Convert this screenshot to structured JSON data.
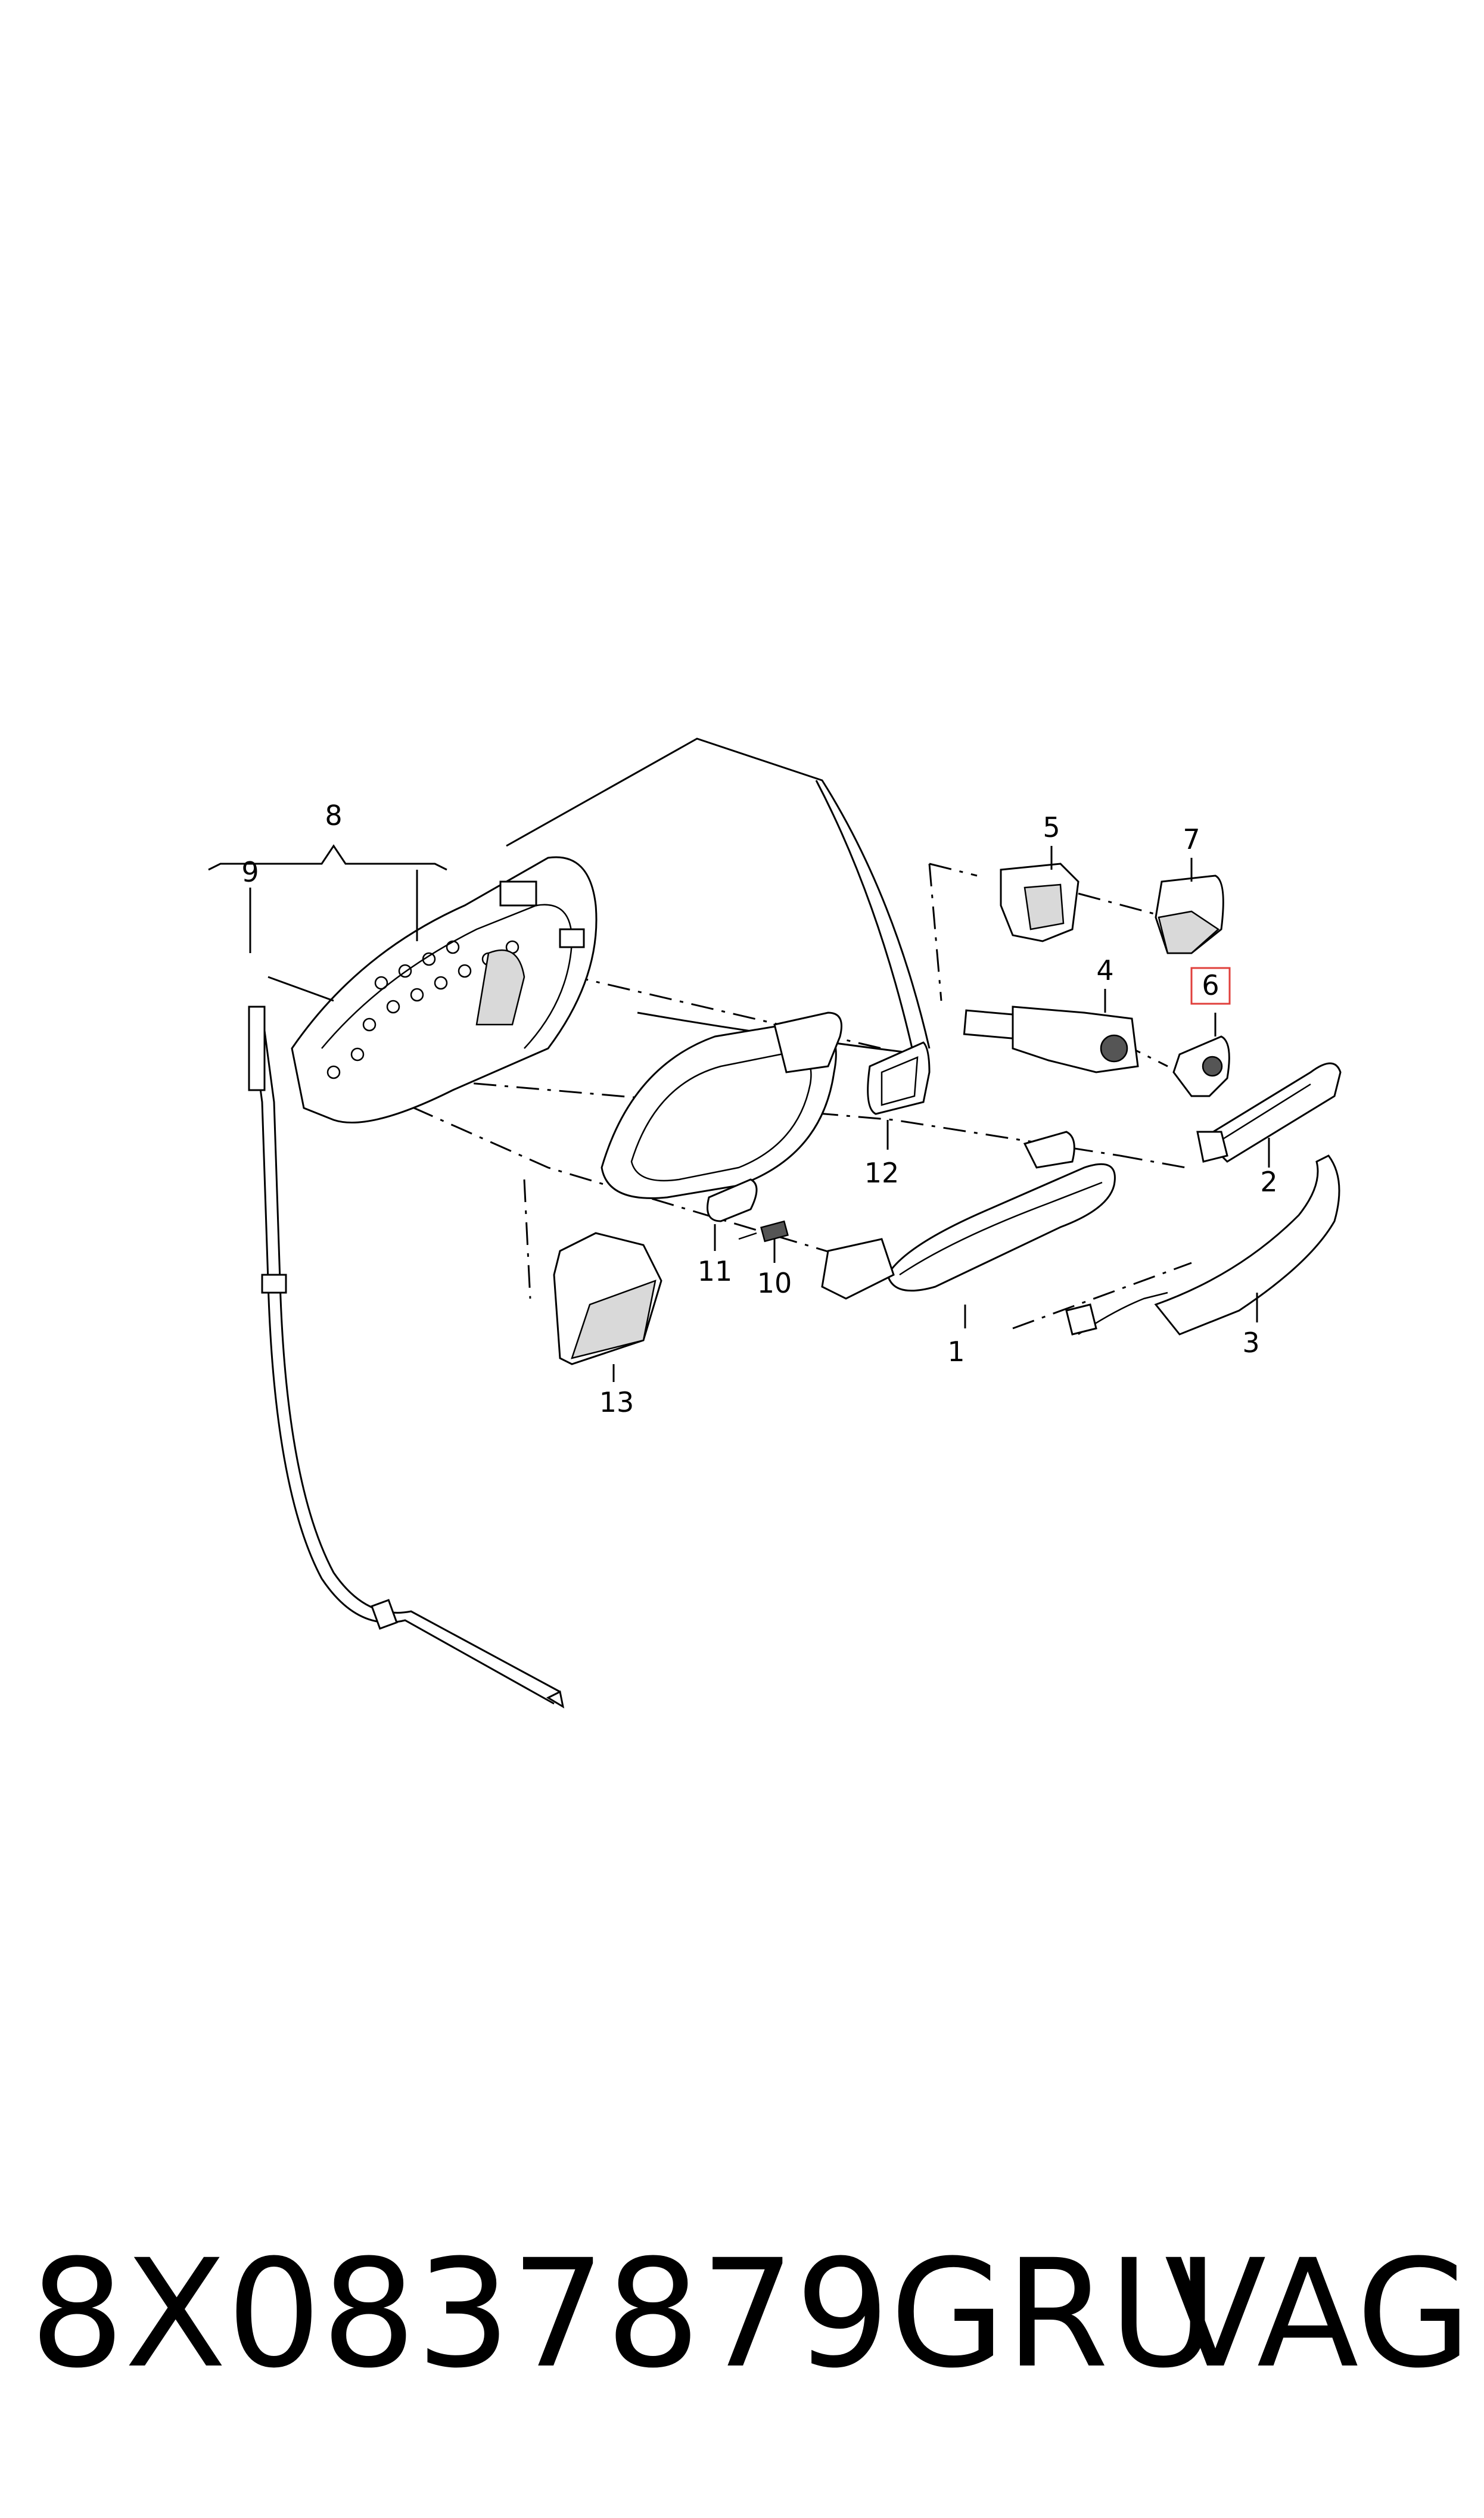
{
  "diagram": {
    "callouts": [
      "1",
      "2",
      "3",
      "4",
      "5",
      "6",
      "7",
      "8",
      "9",
      "10",
      "11",
      "12",
      "13"
    ],
    "highlighted_callout": "6",
    "highlight_color": "#e0403c"
  },
  "footer": {
    "part_number": "8X0837879GRU",
    "brand": "VAG"
  }
}
